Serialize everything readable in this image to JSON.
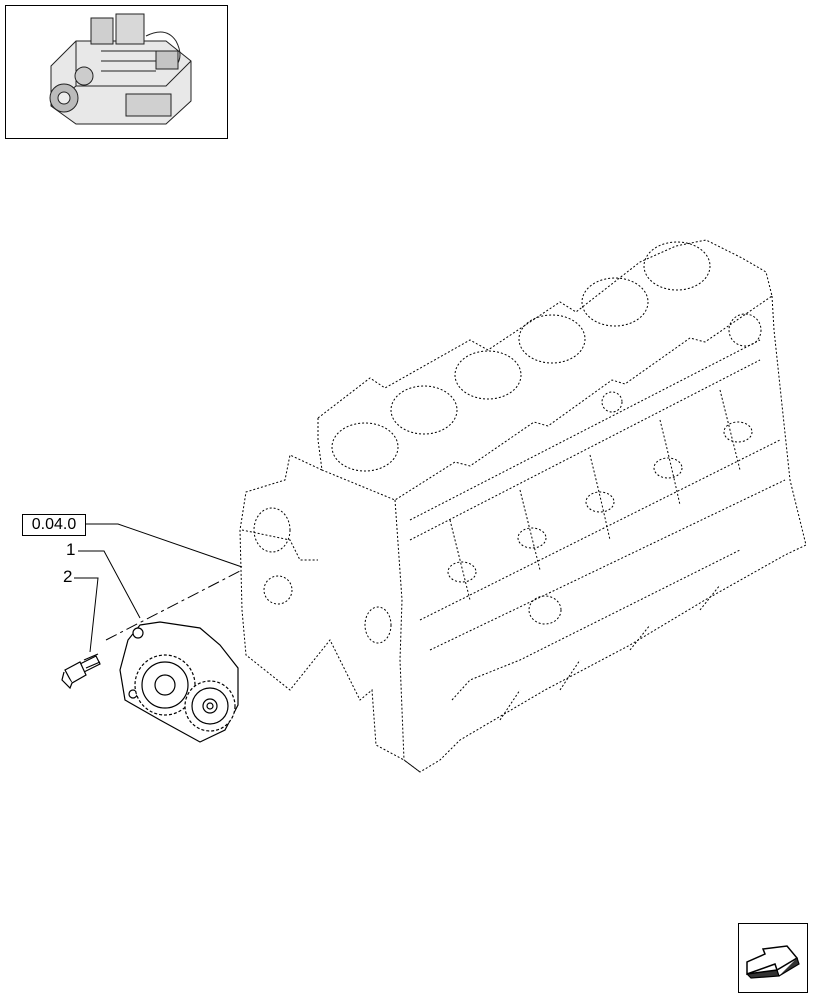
{
  "reference": {
    "label": "0.04.0"
  },
  "callouts": [
    {
      "number": "1"
    },
    {
      "number": "2"
    }
  ],
  "icons": {
    "thumbnail": "engine-thumbnail-icon",
    "next": "next-page-arrow-icon"
  },
  "colors": {
    "line": "#000000",
    "background": "#ffffff"
  }
}
